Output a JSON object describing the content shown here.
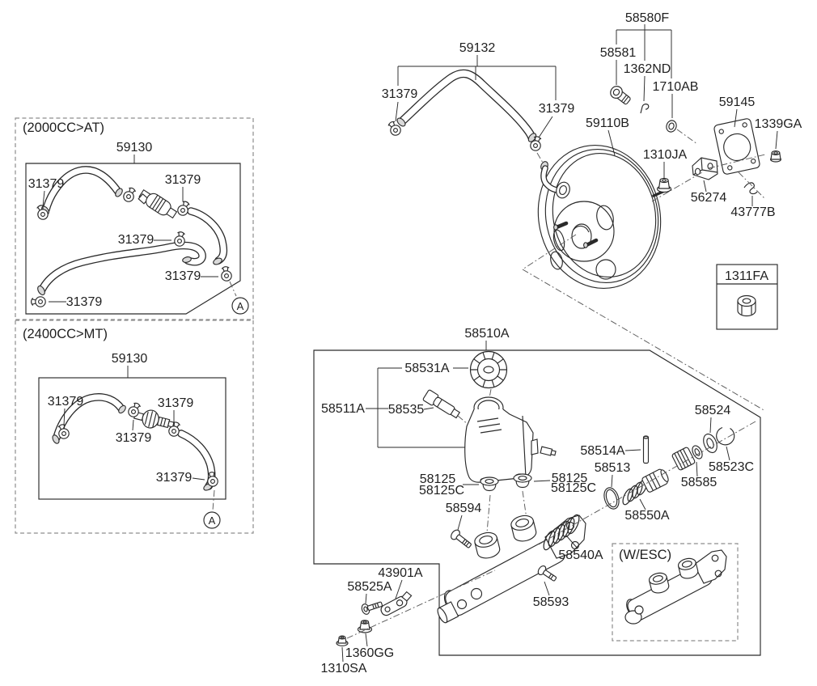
{
  "colors": {
    "ink": "#2a2a2a",
    "background": "#ffffff",
    "dashed_border": "#8d8d8d"
  },
  "box_2000": {
    "caption": "(2000CC>AT)",
    "part": "59130",
    "clamps": [
      "31379",
      "31379",
      "31379",
      "31379",
      "31379"
    ],
    "marker": "A"
  },
  "box_2400": {
    "caption": "(2400CC>MT)",
    "part": "59130",
    "clamps": [
      "31379",
      "31379",
      "31379",
      "31379"
    ],
    "marker": "A"
  },
  "booster": {
    "hose": "59132",
    "clamp_left": "31379",
    "clamp_right": "31379",
    "unit": "59110B",
    "kit": "58580F",
    "bolt": "58581",
    "clip": "1362ND",
    "washer": "1710AB",
    "gasket": "59145",
    "nut_1339": "1339GA",
    "nut_1310": "1310JA",
    "bracket": "56274",
    "hose_clip": "43777B"
  },
  "nut_box": {
    "part": "1311FA"
  },
  "master": {
    "assembly": "58510A",
    "cap": "58531A",
    "reservoir": "58511A",
    "sensor": "58535",
    "grommet_l1": "58125",
    "grommet_l2": "58125C",
    "grommet_r1": "58125",
    "grommet_r2": "58125C",
    "screw": "58594",
    "oring": "58513",
    "pin": "58514A",
    "washer": "58524",
    "snapring": "58523C",
    "seal": "58585",
    "piston": "58550A",
    "spring": "58540A",
    "bolt": "58593",
    "esc_caption": "(W/ESC)",
    "bracket": "43901A",
    "screw2": "58525A",
    "nut_1360": "1360GG",
    "nut_1310": "1310SA"
  }
}
